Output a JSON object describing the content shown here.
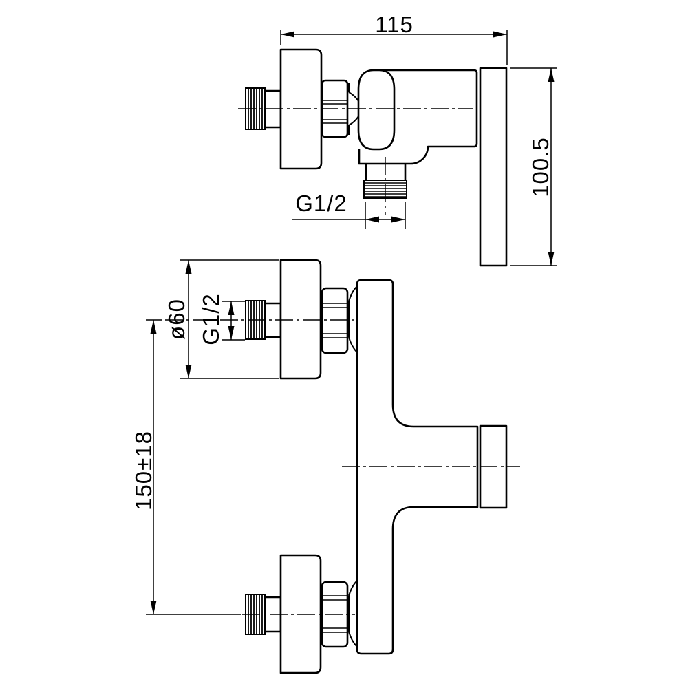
{
  "drawing": {
    "paper_color": "#ffffff",
    "ink_color": "#000000",
    "side_view": {
      "width_label": "115",
      "handle_length_label": "100.5",
      "outlet_thread_label": "G1/2"
    },
    "front_view": {
      "escutcheon_diameter_label": "ø60",
      "inlet_thread_label": "G1/2",
      "inlet_spacing_label": "150±18"
    }
  }
}
